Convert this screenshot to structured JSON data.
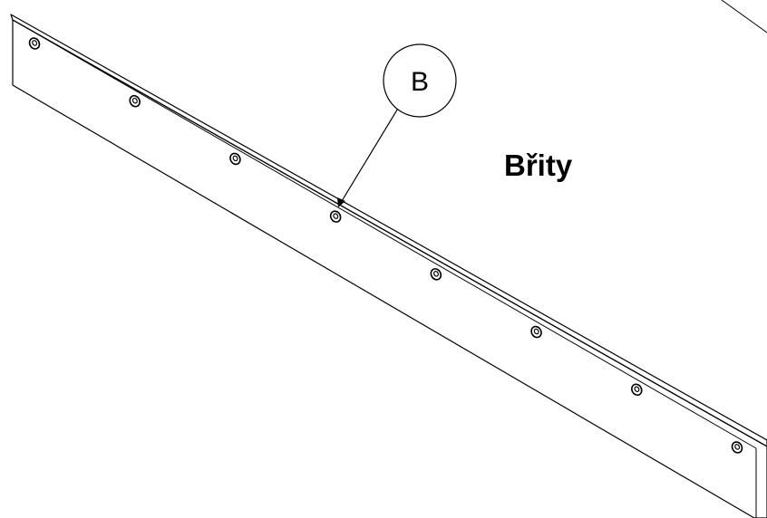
{
  "drawing": {
    "part_label": "Břity",
    "detail_callout": "B",
    "hole_count": 8
  }
}
